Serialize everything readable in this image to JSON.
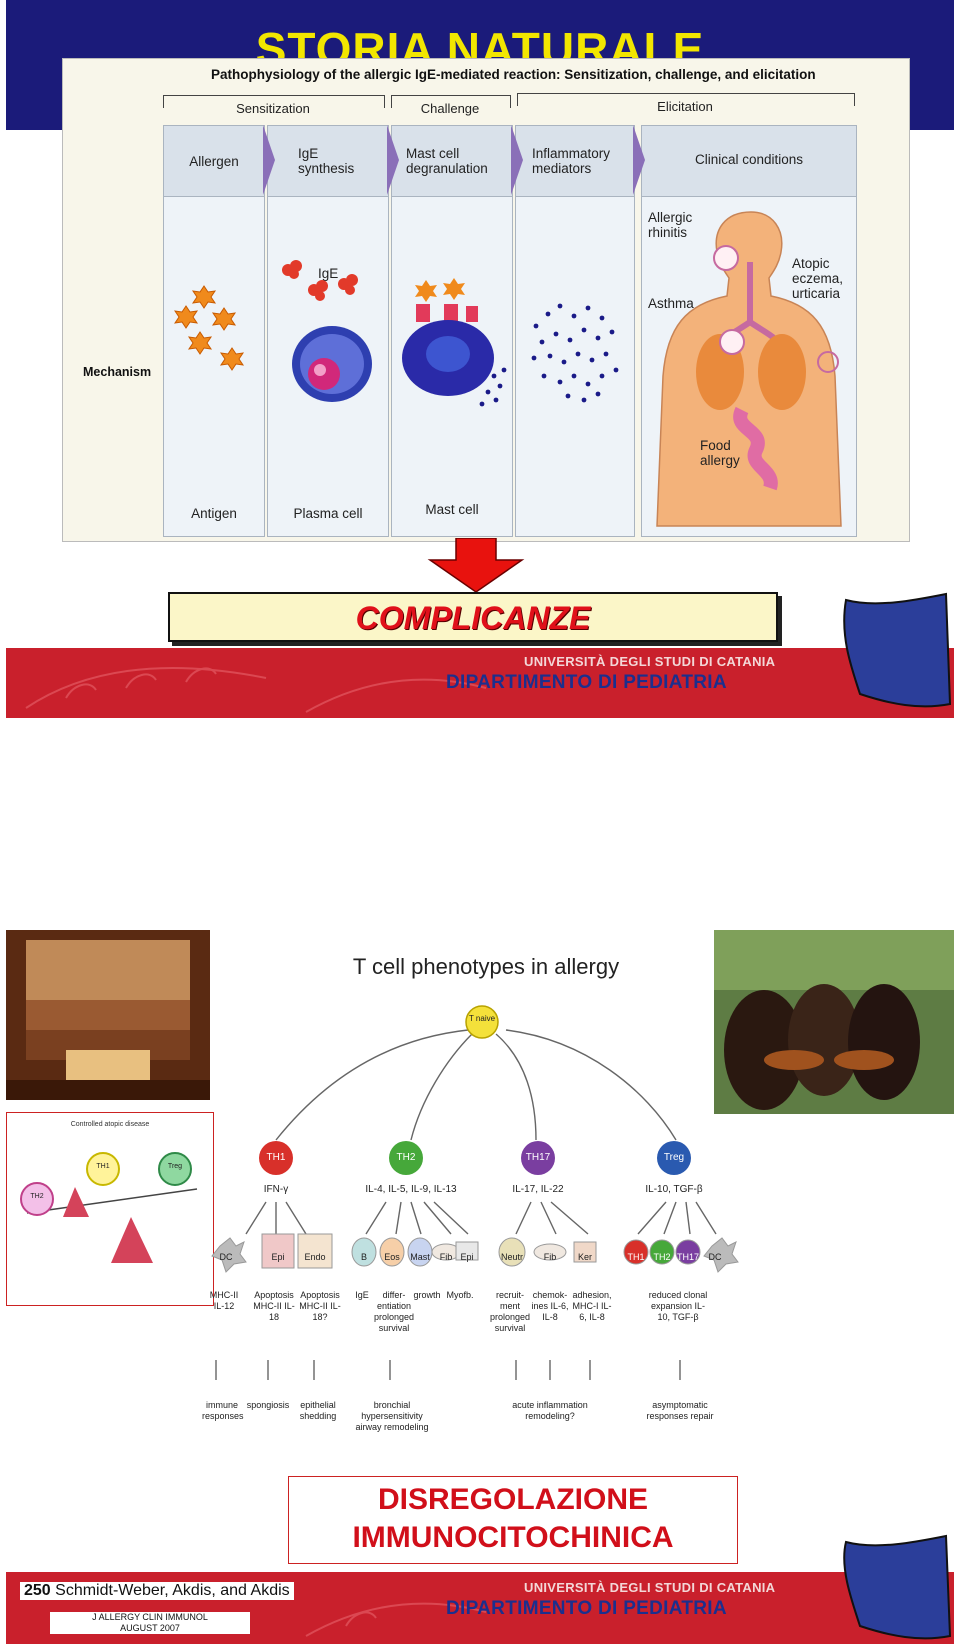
{
  "slide1": {
    "title": "STORIA NATURALE",
    "figure": {
      "title": "Pathophysiology of the allergic IgE-mediated reaction: Sensitization, challenge, and elicitation",
      "phases": [
        "Sensitization",
        "Challenge",
        "Elicitation"
      ],
      "row_label": "Mechanism",
      "columns": [
        {
          "header": "Allergen",
          "label": "Antigen"
        },
        {
          "header": "IgE synthesis",
          "label": "Plasma cell",
          "extra": "IgE"
        },
        {
          "header": "Mast cell degranulation",
          "label": "Mast cell"
        },
        {
          "header": "Inflammatory mediators",
          "label": ""
        },
        {
          "header": "Clinical conditions",
          "label": ""
        }
      ],
      "clinical_labels": {
        "rhinitis": "Allergic rhinitis",
        "asthma": "Asthma",
        "eczema": "Atopic eczema, urticaria",
        "food": "Food allergy"
      }
    },
    "callout": "COMPLICANZE",
    "footer": {
      "university": "UNIVERSITÀ DEGLI STUDI DI CATANIA",
      "department": "DIPARTIMENTO DI PEDIATRIA"
    }
  },
  "slide2": {
    "figure_title": "T cell phenotypes in allergy",
    "root_cell": "T naive",
    "balance_title": "Controlled atopic disease",
    "balance_cells": [
      "TH2",
      "TH1",
      "Treg"
    ],
    "branches": [
      {
        "cell": "TH1",
        "cytokines": "IFN-γ",
        "targets": [
          "DC",
          "Epi",
          "Endo"
        ],
        "effects": [
          "MHC-II IL-12",
          "Apoptosis MHC-II IL-18",
          "Apoptosis MHC-II IL-18?"
        ],
        "outcomes": [
          "immune responses",
          "spongiosis",
          "epithelial shedding"
        ]
      },
      {
        "cell": "TH2",
        "cytokines": "IL-4, IL-5, IL-9, IL-13",
        "targets": [
          "B",
          "Eos",
          "Mast",
          "Fib",
          "Epi"
        ],
        "effects": [
          "IgE",
          "differ- entiation prolonged survival",
          "growth",
          "Myofb."
        ],
        "outcomes": [
          "bronchial hypersensitivity airway remodeling"
        ]
      },
      {
        "cell": "TH17",
        "cytokines": "IL-17, IL-22",
        "targets": [
          "Neutr",
          "Fib",
          "Ker"
        ],
        "effects": [
          "recruit- ment prolonged survival",
          "chemok- ines IL-6, IL-8",
          "adhesion, MHC-I IL-6, IL-8"
        ],
        "outcomes": [
          "acute inflammation remodeling?"
        ]
      },
      {
        "cell": "Treg",
        "cytokines": "IL-10, TGF-β",
        "targets": [
          "TH1",
          "TH2",
          "TH17",
          "DC"
        ],
        "effects": [
          "reduced clonal expansion IL-10, TGF-β"
        ],
        "outcomes": [
          "asymptomatic responses repair"
        ]
      }
    ],
    "callout_line1": "DISREGOLAZIONE",
    "callout_line2": "IMMUNOCITOCHINICA",
    "citation_number": "250",
    "citation_authors": "Schmidt-Weber, Akdis, and Akdis",
    "journal_line1": "J ALLERGY CLIN IMMUNOL",
    "journal_line2": "AUGUST 2007",
    "footer": {
      "university": "UNIVERSITÀ DEGLI STUDI DI CATANIA",
      "department": "DIPARTIMENTO DI PEDIATRIA"
    }
  }
}
